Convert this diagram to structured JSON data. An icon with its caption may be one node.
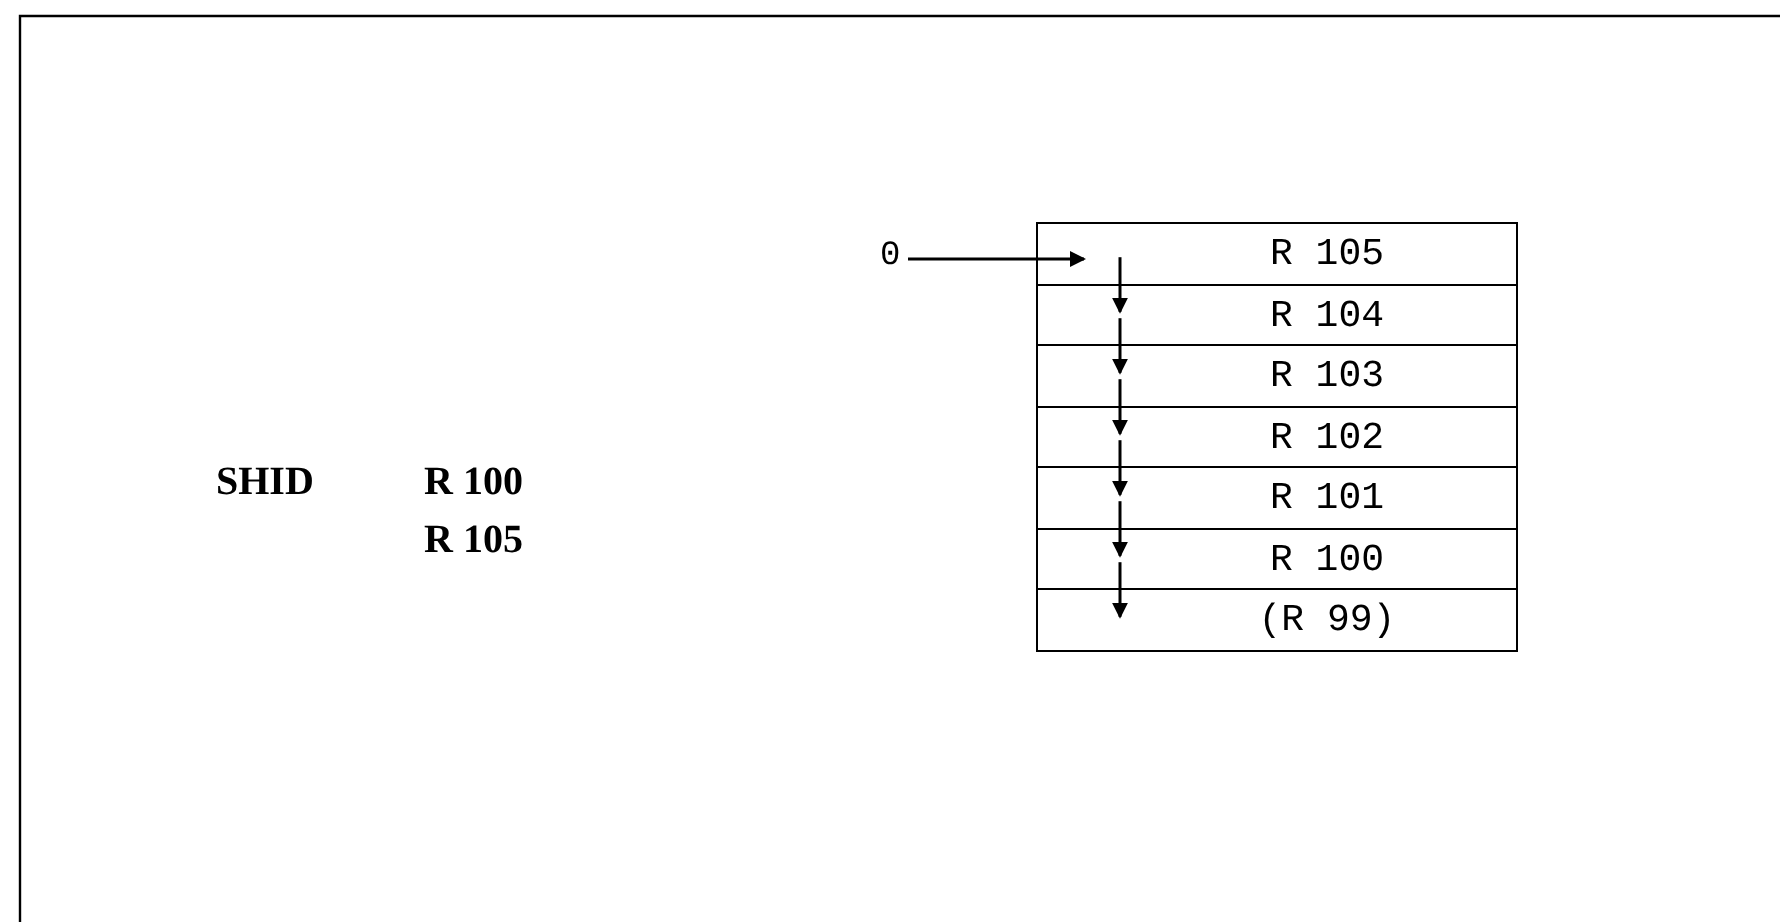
{
  "diagram": {
    "nodes": [
      {
        "text": [
          "0"
        ]
      },
      {
        "text": [
          "R 105"
        ]
      },
      {
        "text": [
          "R 104"
        ]
      },
      {
        "text": [
          "R 103"
        ]
      },
      {
        "text": [
          "R 102"
        ]
      },
      {
        "text": [
          "R 101"
        ]
      },
      {
        "text": [
          "R 100"
        ]
      },
      {
        "text": [
          "(R 99)"
        ]
      }
    ],
    "edges": [
      {
        "from": 0,
        "to": 1,
        "arrow": "to"
      },
      {
        "from": 1,
        "to": 2,
        "arrow": "to"
      },
      {
        "from": 2,
        "to": 3,
        "arrow": "to"
      },
      {
        "from": 3,
        "to": 4,
        "arrow": "to"
      },
      {
        "from": 4,
        "to": 5,
        "arrow": "to"
      },
      {
        "from": 5,
        "to": 6,
        "arrow": "to"
      },
      {
        "from": 6,
        "to": 7,
        "arrow": "to"
      }
    ],
    "labels": [
      "SHID",
      "R 100",
      "R 105"
    ]
  }
}
